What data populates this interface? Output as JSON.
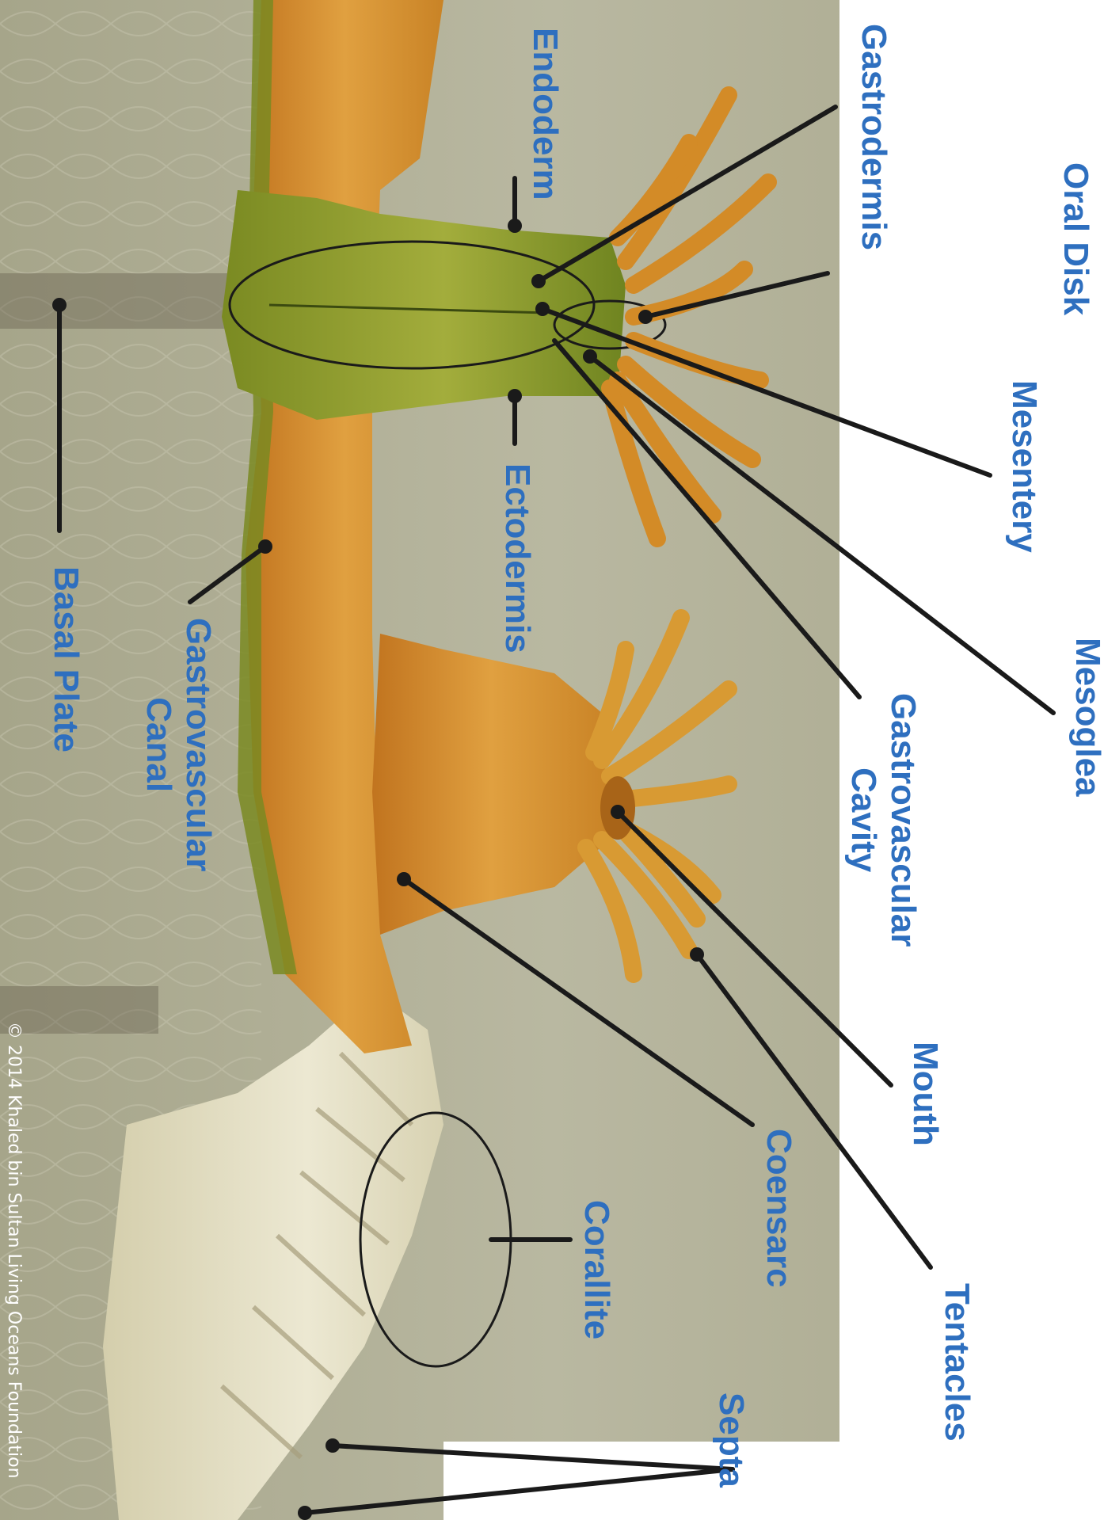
{
  "labels": {
    "oral_disk": "Oral Disk",
    "gastrodermis": "Gastrodermis",
    "endoderm": "Endoderm",
    "mesoglea": "Mesoglea",
    "mesentery": "Mesentery",
    "gastrovascular_cavity": [
      "Gastrovascular",
      "Cavity"
    ],
    "ectodermis": "Ectodermis",
    "gastrovascular_canal": [
      "Gastrovascular",
      "Canal"
    ],
    "basal_plate": "Basal Plate",
    "mouth": "Mouth",
    "coensarc": "Coensarc",
    "tentacles": "Tentacles",
    "corallite": "Corallite",
    "septa": "Septa"
  },
  "copyright": "© 2014 Khaled bin Sultan Living Oceans Foundation",
  "colors": {
    "label_text": "#2e6fbf",
    "leader_line": "#1a1a1a",
    "polyp_orange": "#d9922e",
    "tissue_green": "#8a9a2c",
    "background_gray": "#a9a88f",
    "skeleton_cream": "#e3dfc4"
  }
}
